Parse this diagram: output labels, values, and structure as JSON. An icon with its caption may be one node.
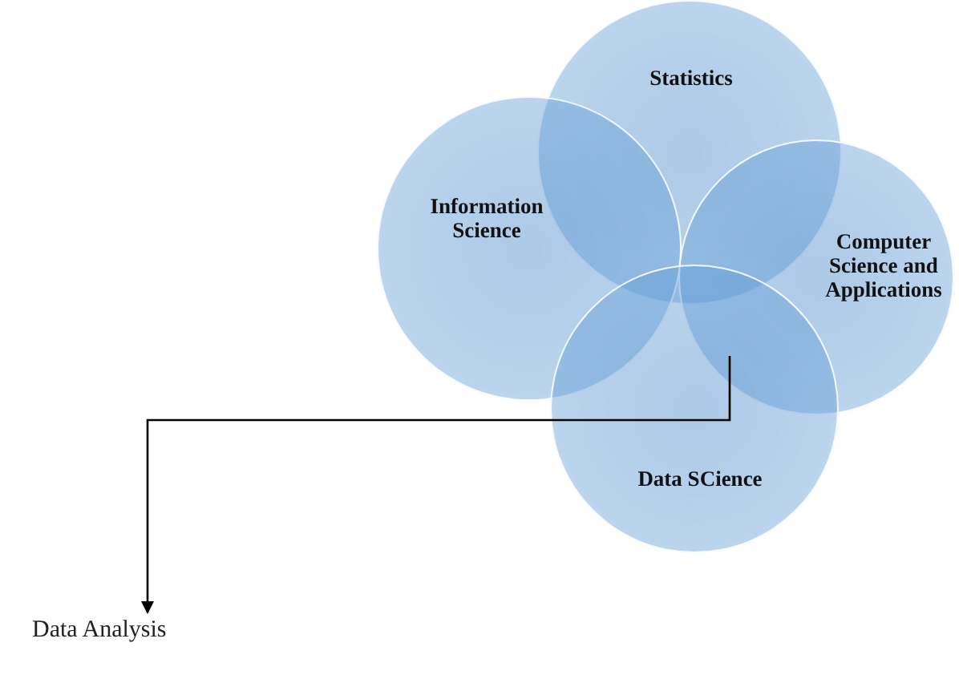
{
  "diagram": {
    "nodes": [
      {
        "text": [
          "Statistics"
        ]
      },
      {
        "text": [
          "Information Science"
        ]
      },
      {
        "text": [
          "Computer Science and Applications"
        ]
      },
      {
        "text": [
          "Data SCience"
        ]
      },
      {
        "text": [
          "Data Analysis"
        ]
      }
    ],
    "edges": [
      {
        "from": 2,
        "to": 4,
        "arrow": "to"
      }
    ]
  }
}
